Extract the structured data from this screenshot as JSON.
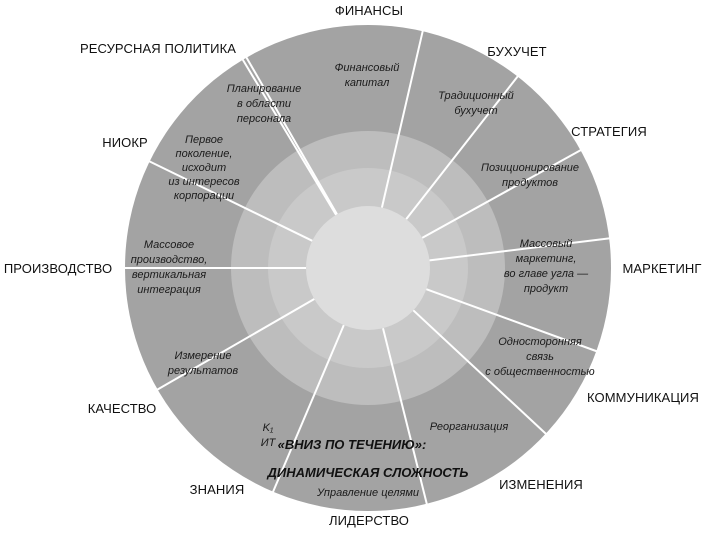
{
  "colors": {
    "outer_ring": "#a3a3a3",
    "middle_ring": "#bdbdbd",
    "inner_ring": "#c9c9c9",
    "center": "#dddddd",
    "divider": "#ffffff",
    "text": "#111111"
  },
  "sectors": [
    {
      "name": "ФИНАНСЫ",
      "text": [
        "Финансовый",
        "капитал"
      ]
    },
    {
      "name": "БУХУЧЕТ",
      "text": [
        "Традиционный",
        "бухучет"
      ]
    },
    {
      "name": "СТРАТЕГИЯ",
      "text": [
        "Позиционирование",
        "продуктов"
      ]
    },
    {
      "name": "МАРКЕТИНГ",
      "text": [
        "Массовый",
        "маркетинг,",
        "во главе угла —",
        "продукт"
      ]
    },
    {
      "name": "КОММУНИКАЦИЯ",
      "text": [
        "Односторонняя",
        "связь",
        "с общественностью"
      ]
    },
    {
      "name": "ИЗМЕНЕНИЯ",
      "text": [
        "Реорганизация"
      ]
    },
    {
      "name": "ЛИДЕРСТВО",
      "text": [
        "Управление целями"
      ]
    },
    {
      "name": "ЗНАНИЯ",
      "text": [
        "K₁",
        "ИТ"
      ]
    },
    {
      "name": "КАЧЕСТВО",
      "text": [
        "Измерение",
        "результатов"
      ]
    },
    {
      "name": "ПРОИЗВОДСТВО",
      "text": [
        "Массовое",
        "производство,",
        "вертикальная",
        "интеграция"
      ]
    },
    {
      "name": "НИОКР",
      "text": [
        "Первое",
        "поколение,",
        "исходит",
        "из интересов",
        "корпорации"
      ]
    },
    {
      "name": "РЕСУРСНАЯ ПОЛИТИКА",
      "text": [
        "Планирование",
        "в области",
        "персонала"
      ]
    }
  ],
  "center": {
    "title_line1": "«ВНИЗ ПО ТЕЧЕНИЮ»:",
    "title_line2": "ДИНАМИЧЕСКАЯ СЛОЖНОСТЬ"
  }
}
